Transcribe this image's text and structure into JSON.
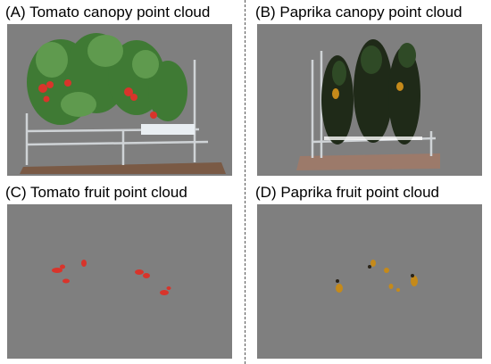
{
  "panels": {
    "a": {
      "title": "(A) Tomato canopy point cloud"
    },
    "b": {
      "title": "(B) Paprika canopy point cloud"
    },
    "c": {
      "title": "(C) Tomato fruit point cloud"
    },
    "d": {
      "title": "(D) Paprika fruit point cloud"
    }
  },
  "colors": {
    "background": "#7f7f7f",
    "tomato_fruit": "#d8342b",
    "paprika_fruit": "#c58a1a",
    "foliage_tomato": "#3f7a34",
    "foliage_paprika": "#1f2a18"
  }
}
